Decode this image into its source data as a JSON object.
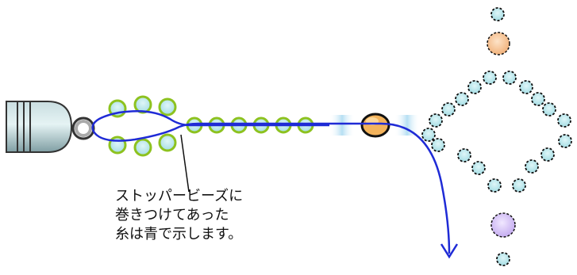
{
  "caption": {
    "lines": [
      "ストッパービーズに",
      "巻きつけてあった",
      "糸は青で示します。"
    ]
  },
  "colors": {
    "thread": "#1f2bd6",
    "green_bead_ring": "#8dc21f",
    "small_bead_fill": "#bfe9ee",
    "orange_bead": "#f8c89a",
    "lavender_bead": "#d9c6f5",
    "clasp_body": "#9fb9bd",
    "leader_line": "#111111"
  },
  "icons": {
    "clasp": "bell-clasp-icon",
    "ring": "jump-ring-icon",
    "arrow": "arrow-down-icon"
  }
}
